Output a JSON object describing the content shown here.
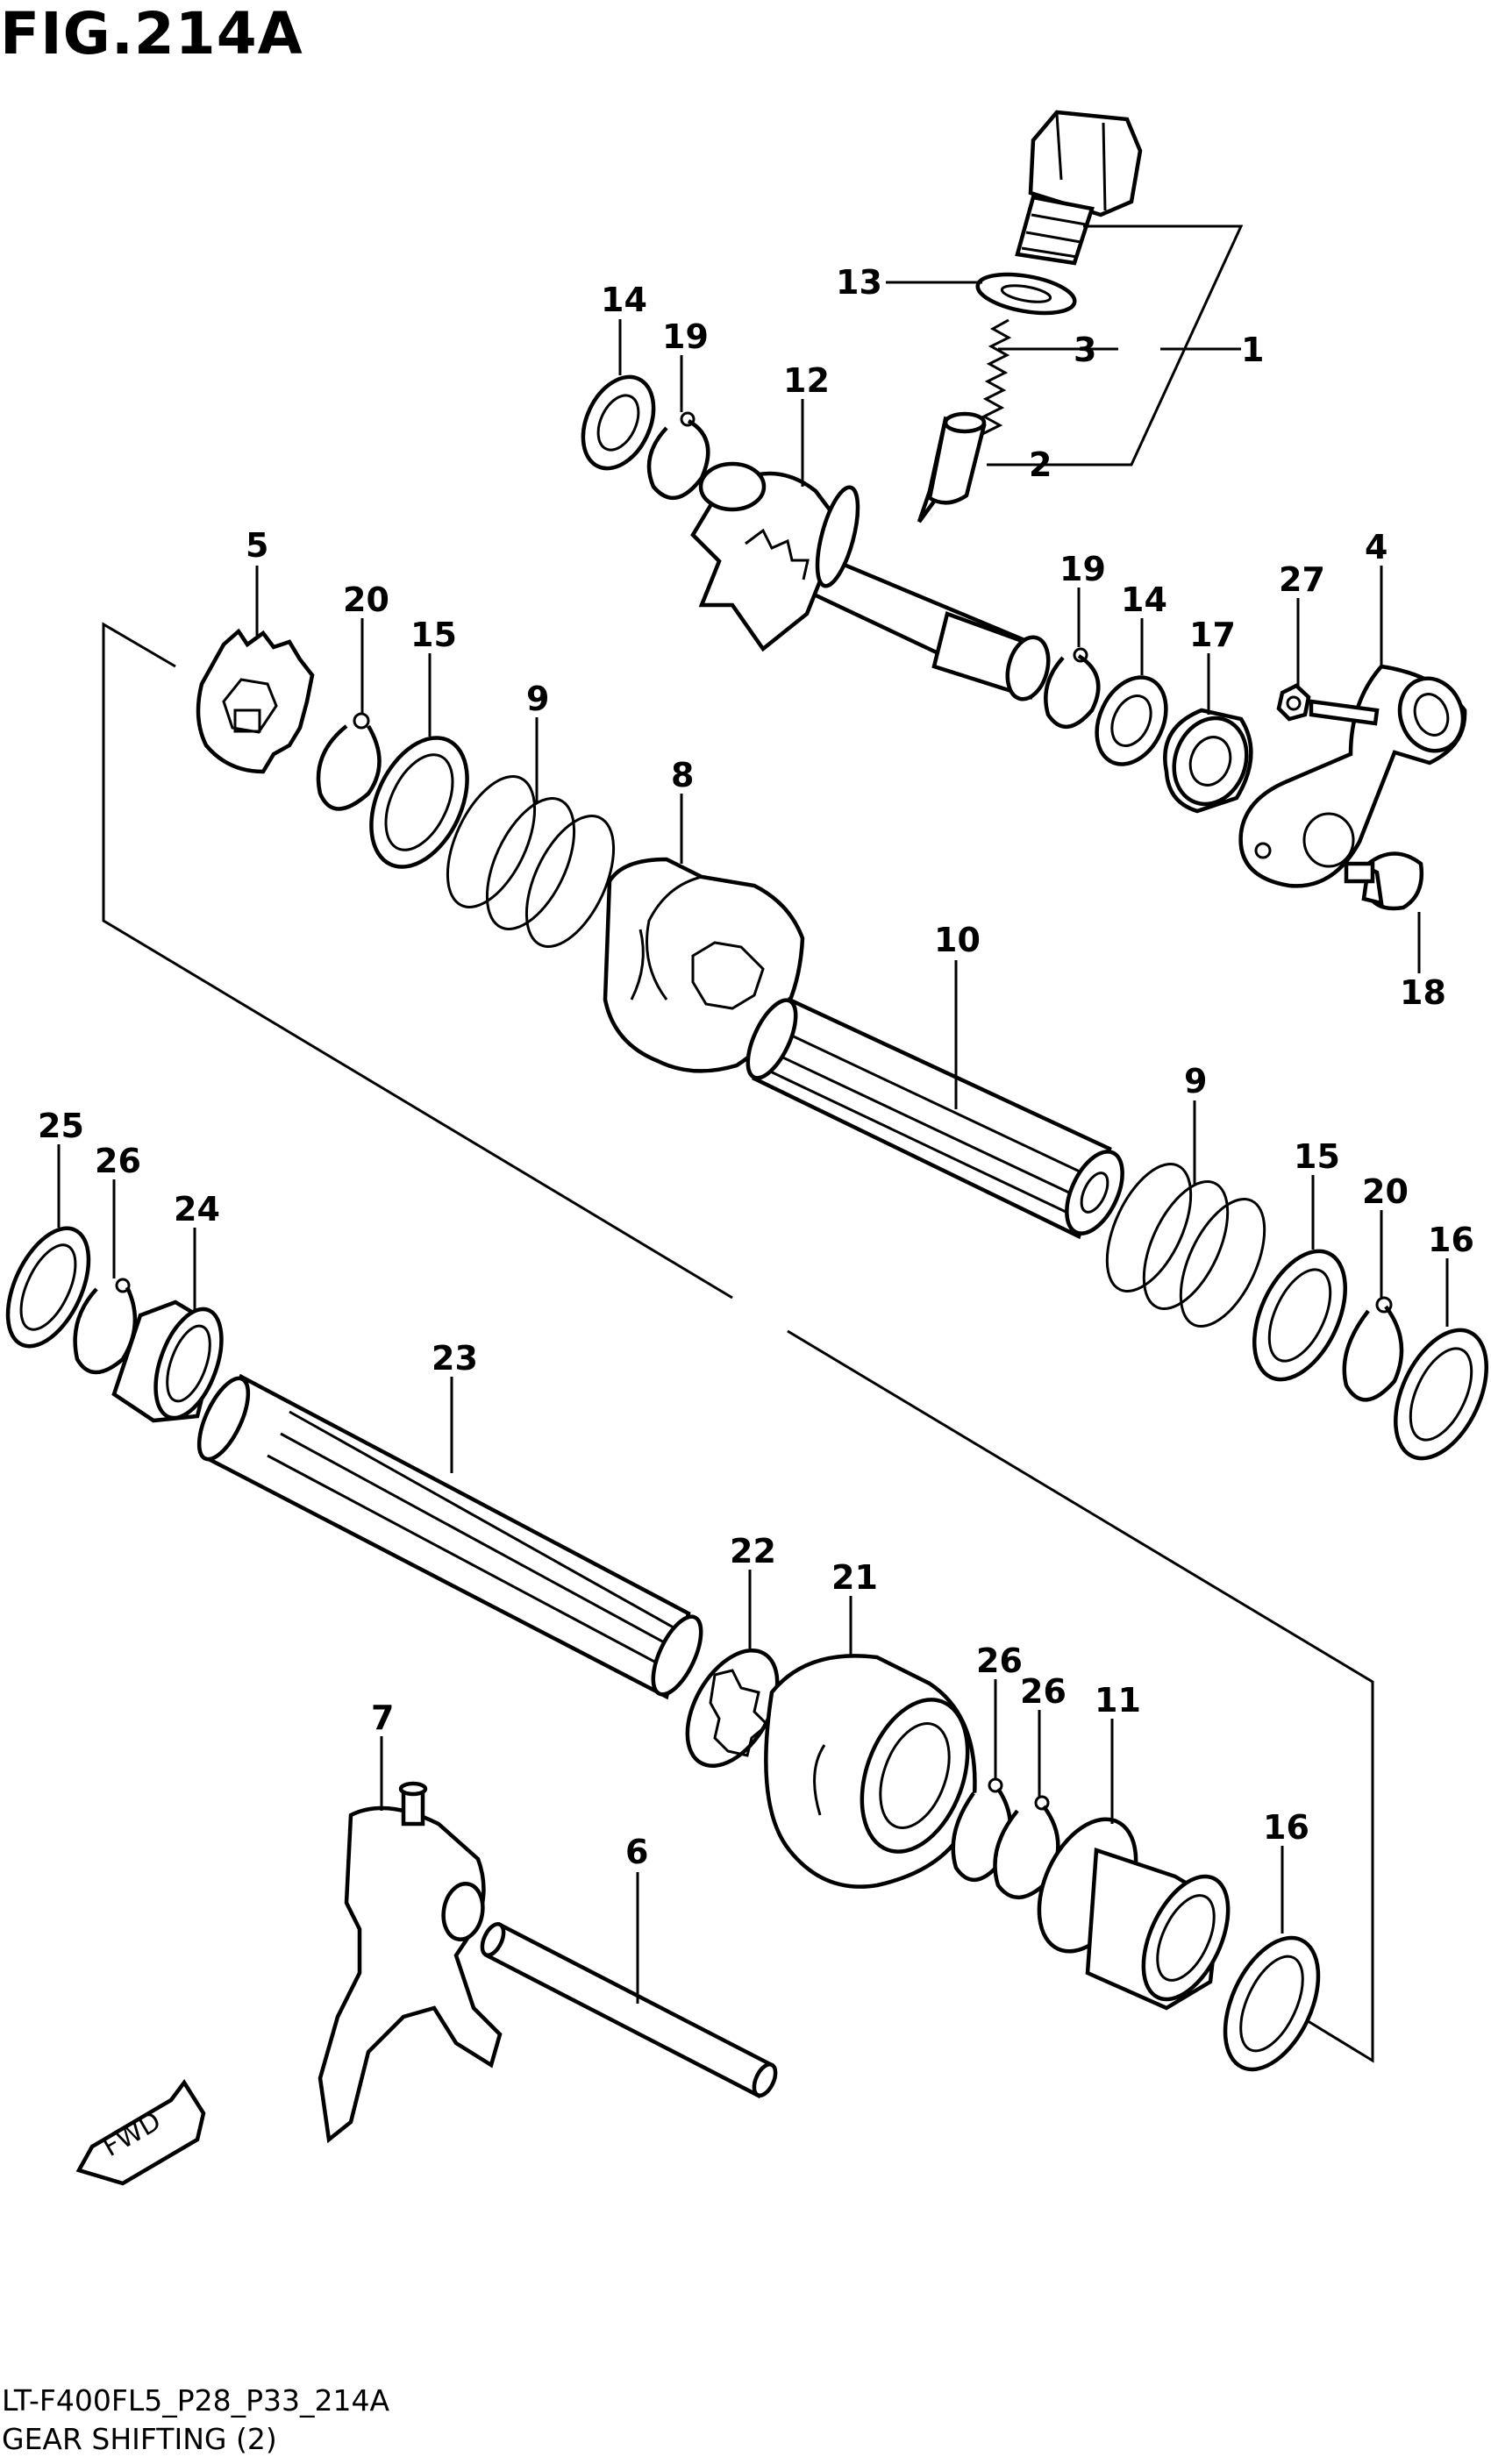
{
  "figure": {
    "title": "FIG.214A",
    "model_code": "LT-F400FL5_P28_P33_214A",
    "group_name": "GEAR SHIFTING (2)",
    "fwd_label": "FWD"
  },
  "callouts": [
    {
      "id": "1",
      "label": "1"
    },
    {
      "id": "2",
      "label": "2"
    },
    {
      "id": "3",
      "label": "3"
    },
    {
      "id": "4",
      "label": "4"
    },
    {
      "id": "5",
      "label": "5"
    },
    {
      "id": "6",
      "label": "6"
    },
    {
      "id": "7",
      "label": "7"
    },
    {
      "id": "8",
      "label": "8"
    },
    {
      "id": "9a",
      "label": "9"
    },
    {
      "id": "9b",
      "label": "9"
    },
    {
      "id": "10",
      "label": "10"
    },
    {
      "id": "11",
      "label": "11"
    },
    {
      "id": "12",
      "label": "12"
    },
    {
      "id": "13",
      "label": "13"
    },
    {
      "id": "14a",
      "label": "14"
    },
    {
      "id": "14b",
      "label": "14"
    },
    {
      "id": "15a",
      "label": "15"
    },
    {
      "id": "15b",
      "label": "15"
    },
    {
      "id": "16a",
      "label": "16"
    },
    {
      "id": "16b",
      "label": "16"
    },
    {
      "id": "17",
      "label": "17"
    },
    {
      "id": "18",
      "label": "18"
    },
    {
      "id": "19a",
      "label": "19"
    },
    {
      "id": "19b",
      "label": "19"
    },
    {
      "id": "20a",
      "label": "20"
    },
    {
      "id": "20b",
      "label": "20"
    },
    {
      "id": "21",
      "label": "21"
    },
    {
      "id": "22",
      "label": "22"
    },
    {
      "id": "23",
      "label": "23"
    },
    {
      "id": "24",
      "label": "24"
    },
    {
      "id": "25",
      "label": "25"
    },
    {
      "id": "26a",
      "label": "26"
    },
    {
      "id": "26b",
      "label": "26"
    },
    {
      "id": "26c",
      "label": "26"
    },
    {
      "id": "27",
      "label": "27"
    }
  ]
}
